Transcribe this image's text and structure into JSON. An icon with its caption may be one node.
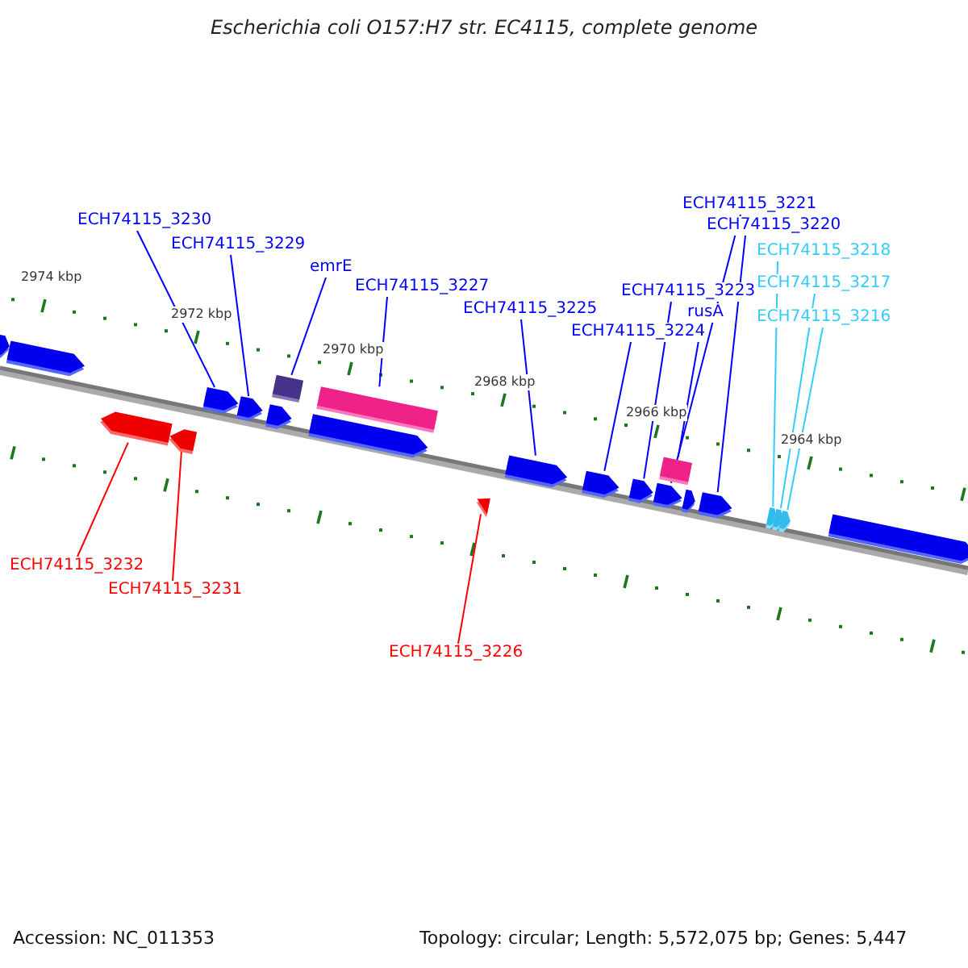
{
  "diagram": {
    "title": "Escherichia coli O157:H7 str. EC4115, complete genome",
    "nodes": [
      {
        "text": [
          "ECH74115_3221"
        ]
      },
      {
        "text": [
          "ECH74115_3230"
        ]
      },
      {
        "text": [
          "ECH74115_3220"
        ]
      },
      {
        "text": [
          "ECH74115_3229"
        ]
      },
      {
        "text": [
          "ECH74115_3218"
        ]
      },
      {
        "text": [
          "emrE"
        ]
      },
      {
        "text": [
          "ECH74115_3217"
        ]
      },
      {
        "text": [
          "ECH74115_3227"
        ]
      },
      {
        "text": [
          "ECH74115_3223"
        ]
      },
      {
        "text": [
          "ECH74115_3225"
        ]
      },
      {
        "text": [
          "rusA"
        ]
      },
      {
        "text": [
          "ECH74115_3216"
        ]
      },
      {
        "text": [
          "ECH74115_3224"
        ]
      },
      {
        "text": [
          "ECH74115_3232"
        ]
      },
      {
        "text": [
          "ECH74115_3231"
        ]
      },
      {
        "text": [
          "ECH74115_3226"
        ]
      },
      {
        "text": [],
        "shape": "arrow"
      },
      {
        "text": [],
        "shape": "arrow"
      },
      {
        "text": [],
        "shape": "arrow"
      },
      {
        "text": [],
        "shape": "arrow"
      },
      {
        "text": [],
        "shape": "arrow"
      },
      {
        "text": [],
        "shape": "arrow"
      },
      {
        "text": [],
        "shape": "box"
      },
      {
        "text": [],
        "shape": "arrow"
      },
      {
        "text": [],
        "shape": "box"
      },
      {
        "text": [],
        "shape": "arrow"
      },
      {
        "text": [],
        "shape": "arrow"
      },
      {
        "text": [],
        "shape": "arrow"
      },
      {
        "text": [],
        "shape": "arrow"
      },
      {
        "text": [],
        "shape": "box"
      },
      {
        "text": [],
        "shape": "arrow"
      },
      {
        "text": [],
        "shape": "arrow"
      },
      {
        "text": [],
        "shape": "arrow"
      },
      {
        "text": [],
        "shape": "arrow"
      },
      {
        "text": [],
        "shape": "arrow"
      },
      {
        "text": [],
        "shape": "arrow"
      },
      {
        "text": [],
        "shape": "arrow"
      },
      {
        "text": [],
        "shape": "arrow"
      }
    ],
    "edges": [
      {
        "from": 1,
        "to": 20,
        "arrow": "none"
      },
      {
        "from": 3,
        "to": 21,
        "arrow": "none"
      },
      {
        "from": 5,
        "to": 22,
        "arrow": "none"
      },
      {
        "from": 7,
        "to": 24,
        "arrow": "none"
      },
      {
        "from": 9,
        "to": 27,
        "arrow": "none"
      },
      {
        "from": 12,
        "to": 28,
        "arrow": "none"
      },
      {
        "from": 8,
        "to": 30,
        "arrow": "none"
      },
      {
        "from": 10,
        "to": 29,
        "arrow": "none"
      },
      {
        "from": 0,
        "to": 31,
        "arrow": "none"
      },
      {
        "from": 2,
        "to": 33,
        "arrow": "none"
      },
      {
        "from": 4,
        "to": 34,
        "arrow": "none",
        "color": "#33ccff"
      },
      {
        "from": 6,
        "to": 35,
        "arrow": "none",
        "color": "#33ccff"
      },
      {
        "from": 11,
        "to": 36,
        "arrow": "none",
        "color": "#33ccff"
      },
      {
        "from": 13,
        "to": 18,
        "arrow": "none",
        "color": "#ff0000"
      },
      {
        "from": 14,
        "to": 19,
        "arrow": "none",
        "color": "#ff0000"
      },
      {
        "from": 15,
        "to": 26,
        "arrow": "none",
        "color": "#ff0000"
      }
    ],
    "labels": [
      "2974 kbp",
      "2972 kbp",
      "2970 kbp",
      "2968 kbp",
      "2966 kbp",
      "2964 kbp",
      "Accession: NC_011353",
      "Topology: circular; Length: 5,572,075 bp; Genes: 5,447"
    ]
  }
}
